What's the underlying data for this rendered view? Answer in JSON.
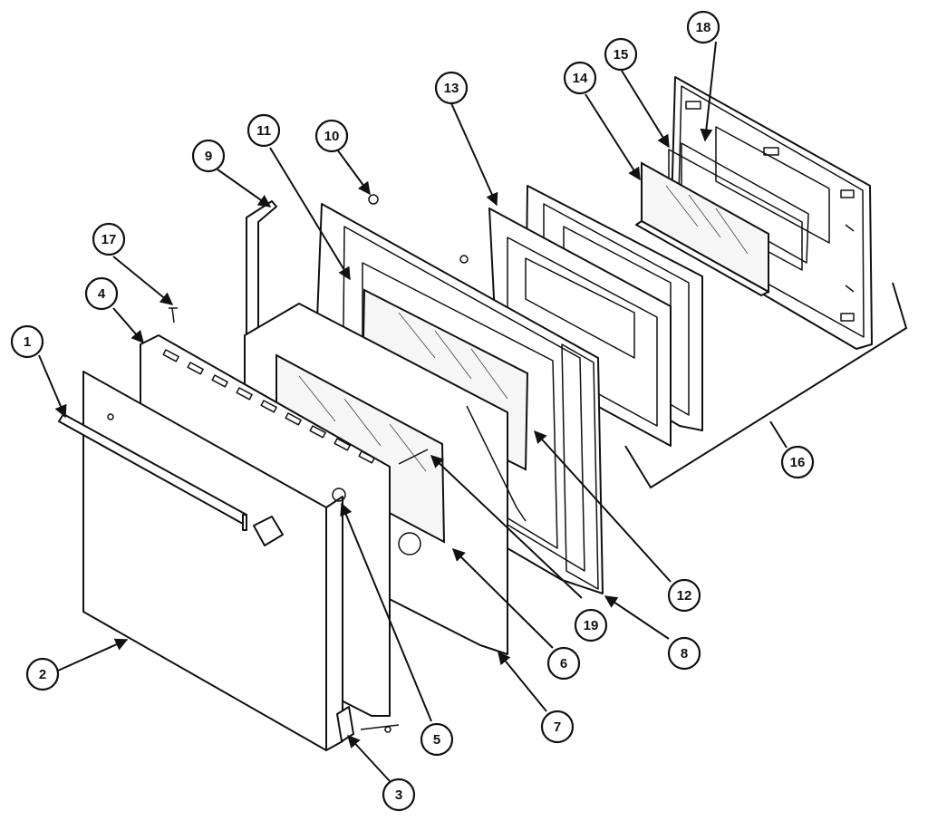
{
  "callouts": [
    {
      "id": "c1",
      "label": "1"
    },
    {
      "id": "c2",
      "label": "2"
    },
    {
      "id": "c3",
      "label": "3"
    },
    {
      "id": "c4",
      "label": "4"
    },
    {
      "id": "c5",
      "label": "5"
    },
    {
      "id": "c6",
      "label": "6"
    },
    {
      "id": "c7",
      "label": "7"
    },
    {
      "id": "c8",
      "label": "8"
    },
    {
      "id": "c9",
      "label": "9"
    },
    {
      "id": "c10",
      "label": "10"
    },
    {
      "id": "c11",
      "label": "11"
    },
    {
      "id": "c12",
      "label": "12"
    },
    {
      "id": "c13",
      "label": "13"
    },
    {
      "id": "c14",
      "label": "14"
    },
    {
      "id": "c15",
      "label": "15"
    },
    {
      "id": "c16",
      "label": "16"
    },
    {
      "id": "c17",
      "label": "17"
    },
    {
      "id": "c18",
      "label": "18"
    },
    {
      "id": "c19",
      "label": "19"
    }
  ],
  "colors": {
    "line": "#111111",
    "background": "#ffffff"
  }
}
